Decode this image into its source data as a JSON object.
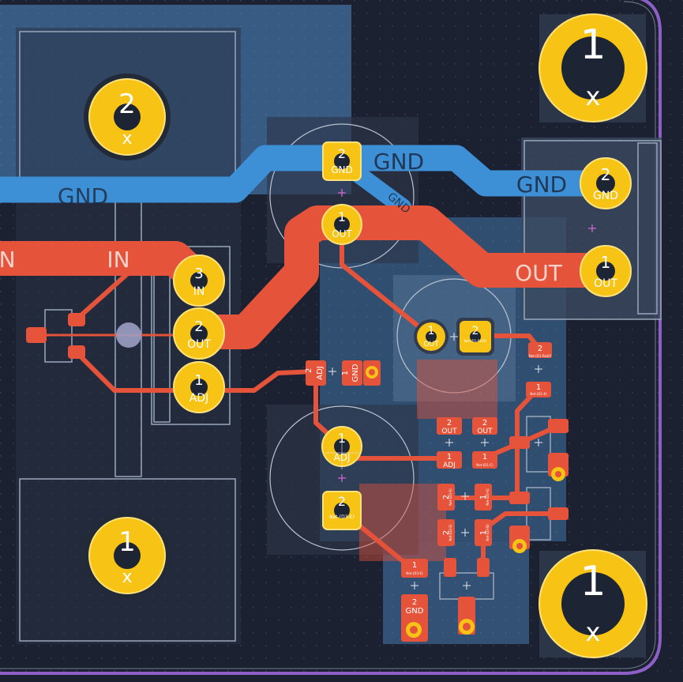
{
  "board": {
    "colors": {
      "background": "#1b2130",
      "edge_cuts": "#8d5fc7",
      "copper_front": "#e5533a",
      "copper_back": "#3d8fd6",
      "pad_gold": "#f7c315",
      "drill": "#1d2434",
      "zone_blue": "#4f8cc9",
      "courtyard": "#8a9bb0"
    }
  },
  "nets": {
    "gnd_top_left": "GND",
    "gnd_top_mid": "GND",
    "gnd_diag": "GND",
    "gnd_right": "GND",
    "in_left": "IN",
    "in_mid": "IN",
    "out_right": "OUT"
  },
  "pads": {
    "mh_tl_num": "2",
    "mh_tl_net": "x",
    "mh_bl_num": "1",
    "mh_bl_net": "x",
    "mh_tr_num": "1",
    "mh_tr_net": "x",
    "mh_br_num": "1",
    "mh_br_net": "x",
    "u1_in_num": "3",
    "u1_in_net": "IN",
    "u1_out_num": "2",
    "u1_out_net": "OUT",
    "u1_adj_num": "1",
    "u1_adj_net": "ADJ",
    "c_gnd_num": "2",
    "c_gnd_net": "GND",
    "c_out_num": "1",
    "c_out_net": "OUT",
    "j_gnd_num": "2",
    "j_gnd_net": "GND",
    "j_out_num": "1",
    "j_out_net": "OUT",
    "c2_out_num": "1",
    "c2_out_net": "OUT",
    "c2_p2_num": "2",
    "c2_p2_net": "Net-(D1-Pad2)",
    "c3_adj_num": "1",
    "c3_adj_net": "ADJ",
    "c3_p2_num": "2",
    "c3_p2_net": "Net-(D3-E)",
    "r_adj_num2": "2",
    "r_adj_net2": "ADJ",
    "r_gnd_num1": "1",
    "r_gnd_net1": "GND",
    "sm1_num": "2",
    "sm1_net": "Net-(D1-Pad2)",
    "sm2_num": "1",
    "sm2_net": "Net-(D1-K)",
    "sm3_num": "2",
    "sm3_net": "OUT",
    "sm4_num": "2",
    "sm4_net": "OUT",
    "sm5_num": "1",
    "sm5_net": "ADJ",
    "sm6_num": "1",
    "sm6_net": "Net-(D1-C)",
    "sm7_num": "2",
    "sm7_net": "Net-(D3-K)",
    "sm8_num": "1",
    "sm8_net": "Net-(D2-K)",
    "sm9_num": "2",
    "sm9_net": "Net-(D2-E)",
    "sm10_num": "1",
    "sm10_net": "Net-(D3-B)",
    "sm11_num": "1",
    "sm11_net": "Net-(D3-E)",
    "sm12_num": "2",
    "sm12_net": "GND"
  }
}
